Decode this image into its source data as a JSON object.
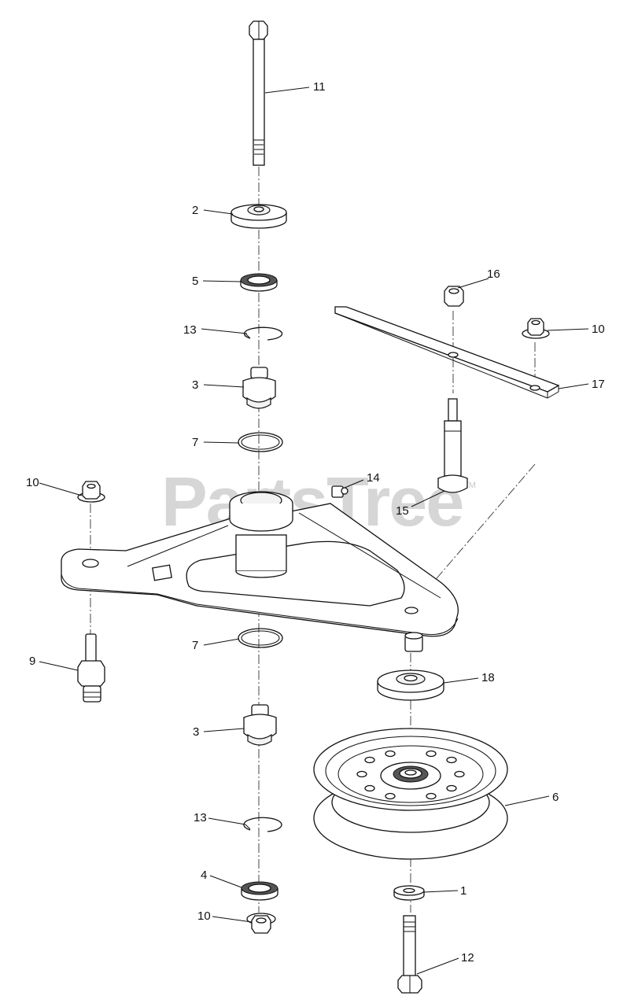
{
  "watermark": {
    "text": "PartsTree",
    "tm": "TM"
  },
  "callouts": [
    {
      "id": "c11",
      "label": "11"
    },
    {
      "id": "c2",
      "label": "2"
    },
    {
      "id": "c5",
      "label": "5"
    },
    {
      "id": "c13a",
      "label": "13"
    },
    {
      "id": "c3a",
      "label": "3"
    },
    {
      "id": "c7a",
      "label": "7"
    },
    {
      "id": "c16",
      "label": "16"
    },
    {
      "id": "c10a",
      "label": "10"
    },
    {
      "id": "c17",
      "label": "17"
    },
    {
      "id": "c14",
      "label": "14"
    },
    {
      "id": "c15",
      "label": "15"
    },
    {
      "id": "c10b",
      "label": "10"
    },
    {
      "id": "c9",
      "label": "9"
    },
    {
      "id": "c7b",
      "label": "7"
    },
    {
      "id": "c18",
      "label": "18"
    },
    {
      "id": "c3b",
      "label": "3"
    },
    {
      "id": "c6",
      "label": "6"
    },
    {
      "id": "c13b",
      "label": "13"
    },
    {
      "id": "c4",
      "label": "4"
    },
    {
      "id": "c1",
      "label": "1"
    },
    {
      "id": "c10c",
      "label": "10"
    },
    {
      "id": "c12",
      "label": "12"
    }
  ]
}
